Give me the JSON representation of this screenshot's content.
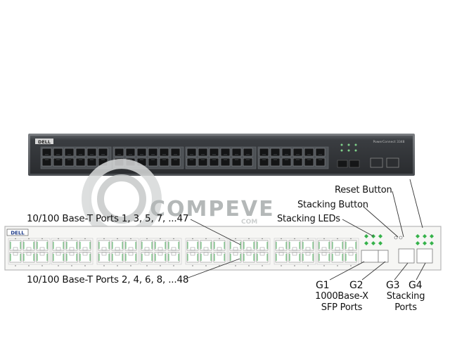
{
  "diagram": {
    "switch_photo": {
      "brand": "DELL",
      "model": "PowerConnect 3348"
    },
    "panel": {
      "brand": "DELL"
    },
    "watermark": {
      "text": "COMPEVE",
      "subtext": "COM"
    },
    "labels": {
      "reset_button": "Reset Button",
      "stacking_button": "Stacking Button",
      "stacking_leds": "Stacking LEDs",
      "odd_ports": "10/100 Base-T Ports 1, 3, 5, 7, ...47",
      "even_ports": "10/100 Base-T Ports 2, 4, 6, 8, ...48",
      "g1": "G1",
      "g2": "G2",
      "g3": "G3",
      "g4": "G4",
      "sfp_ports": "1000Base-X\nSFP Ports",
      "stacking_ports": "Stacking\nPorts"
    },
    "colors": {
      "chassis": "#2f3134",
      "panel_bg": "#f6f6f4",
      "led_green": "#35b24a",
      "watermark": "#9aa0a2"
    }
  }
}
